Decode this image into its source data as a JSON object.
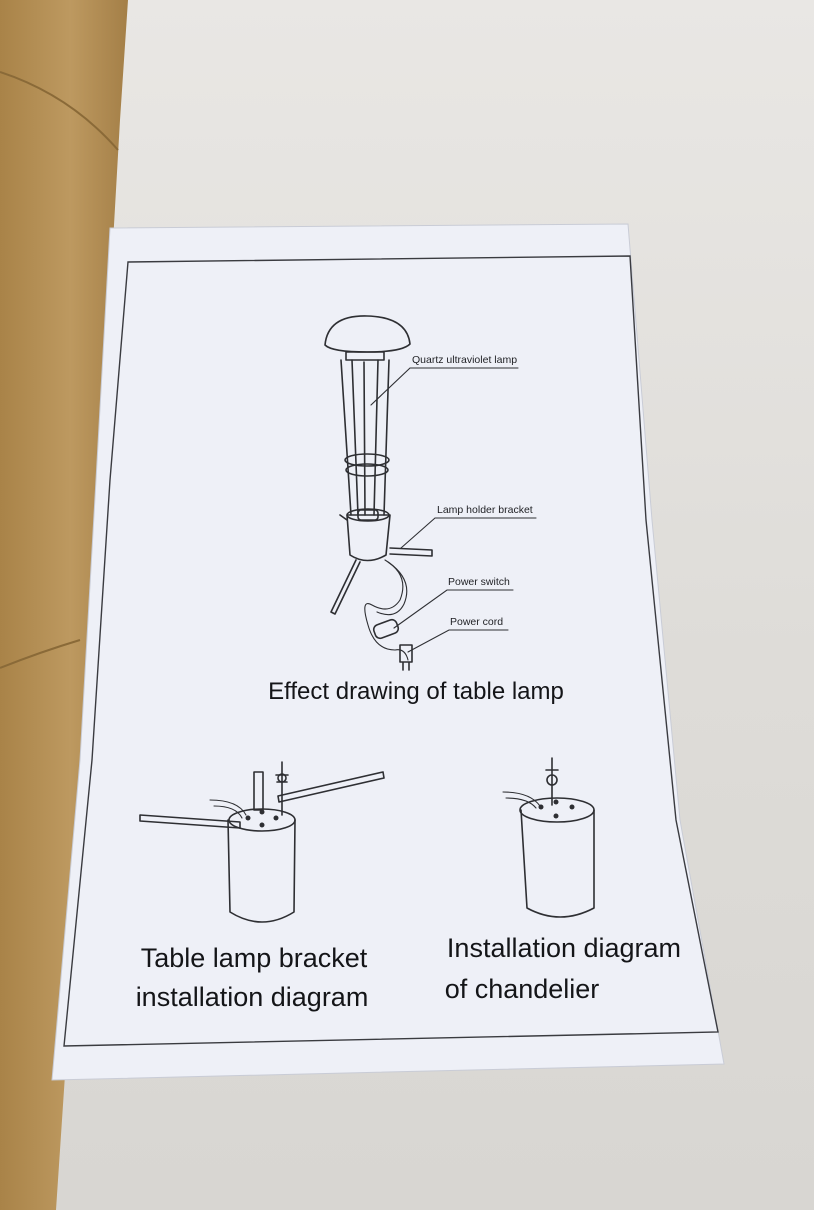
{
  "labels": {
    "quartz": "Quartz ultraviolet lamp",
    "holder": "Lamp holder bracket",
    "switch": "Power switch",
    "cord": "Power cord"
  },
  "captions": {
    "effect": "Effect drawing of table lamp",
    "bracket_line1": "Table lamp bracket",
    "bracket_line2": "installation diagram",
    "chandelier_line1": "Installation diagram",
    "chandelier_line2": "of chandelier"
  },
  "colors": {
    "background": "#e4e2df",
    "cardboard": "#b9945a",
    "paper": "#eef0f7",
    "ink": "#2e2f33"
  }
}
